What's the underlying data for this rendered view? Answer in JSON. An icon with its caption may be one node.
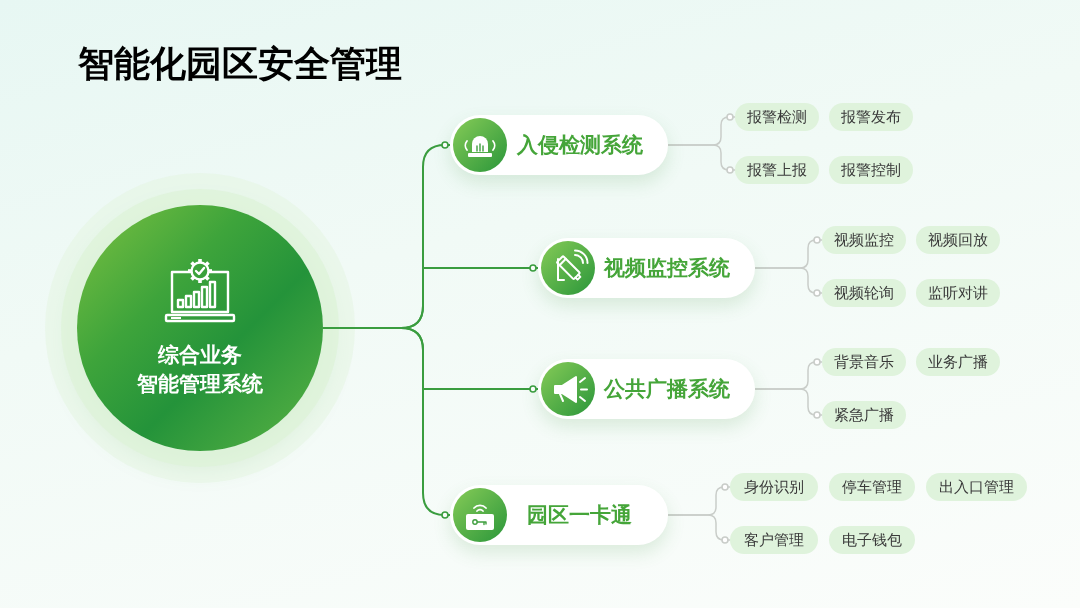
{
  "diagram": {
    "title": "智能化园区安全管理",
    "nodes": [
      {
        "text": [
          "综合业务",
          "智能管理系统"
        ]
      },
      {
        "text": [
          "入侵检测系统"
        ]
      },
      {
        "text": [
          "报警检测"
        ]
      },
      {
        "text": [
          "报警发布"
        ]
      },
      {
        "text": [
          "报警上报"
        ]
      },
      {
        "text": [
          "报警控制"
        ]
      },
      {
        "text": [
          "视频监控系统"
        ]
      },
      {
        "text": [
          "视频监控"
        ]
      },
      {
        "text": [
          "视频回放"
        ]
      },
      {
        "text": [
          "视频轮询"
        ]
      },
      {
        "text": [
          "监听对讲"
        ]
      },
      {
        "text": [
          "公共广播系统"
        ]
      },
      {
        "text": [
          "背景音乐"
        ]
      },
      {
        "text": [
          "业务广播"
        ]
      },
      {
        "text": [
          "紧急广播"
        ]
      },
      {
        "text": [
          "园区一卡通"
        ]
      },
      {
        "text": [
          "身份识别"
        ]
      },
      {
        "text": [
          "停车管理"
        ]
      },
      {
        "text": [
          "出入口管理"
        ]
      },
      {
        "text": [
          "客户管理"
        ]
      },
      {
        "text": [
          "电子钱包"
        ]
      }
    ],
    "edges": [
      {
        "from": 0,
        "to": 1,
        "arrow": "other",
        "color": "#3a9d3f"
      },
      {
        "from": 0,
        "to": 6,
        "arrow": "other",
        "color": "#3a9d3f"
      },
      {
        "from": 0,
        "to": 11,
        "arrow": "other",
        "color": "#3a9d3f"
      },
      {
        "from": 0,
        "to": 15,
        "arrow": "other",
        "color": "#3a9d3f"
      },
      {
        "from": 1,
        "to": 2,
        "arrow": "other"
      },
      {
        "from": 1,
        "to": 4,
        "arrow": "other"
      },
      {
        "from": 6,
        "to": 7,
        "arrow": "other"
      },
      {
        "from": 6,
        "to": 9,
        "arrow": "other"
      },
      {
        "from": 11,
        "to": 12,
        "arrow": "other"
      },
      {
        "from": 11,
        "to": 14,
        "arrow": "other"
      },
      {
        "from": 15,
        "to": 16,
        "arrow": "other"
      },
      {
        "from": 15,
        "to": 19,
        "arrow": "other"
      }
    ]
  }
}
